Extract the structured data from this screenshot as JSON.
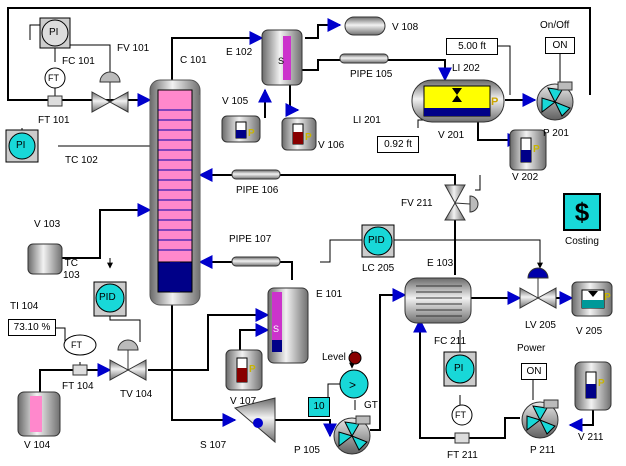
{
  "labels": {
    "pi_top": "PI",
    "fc101": "FC 101",
    "fv101": "FV 101",
    "ft_symbol": "FT",
    "ft101": "FT 101",
    "pi_left": "PI",
    "tc102": "TC 102",
    "c101": "C 101",
    "e102": "E 102",
    "v108": "V 108",
    "v105": "V 105",
    "v106": "V 106",
    "pipe105": "PIPE 105",
    "li202": "LI 202",
    "onoff": "On/Off",
    "li201": "LI 201",
    "v201": "V 201",
    "p201": "P 201",
    "v202": "V 202",
    "pipe106": "PIPE 106",
    "fv211": "FV 211",
    "costing": "Costing",
    "v103": "V 103",
    "pipe107": "PIPE 107",
    "pid_tc": "PID",
    "tc103": "TC\n103",
    "pid_lc": "PID",
    "lc205": "LC 205",
    "e103": "E 103",
    "e101": "E 101",
    "ti104": "TI 104",
    "ft104": "FT 104",
    "tv104": "TV 104",
    "v104": "V 104",
    "v107": "V 107",
    "level": "Level",
    "gt": "GT",
    "s107": "S 107",
    "p105": "P 105",
    "fc211": "FC 211",
    "pi_fc": "PI",
    "power": "Power",
    "lv205": "LV 205",
    "v205": "V 205",
    "ft211": "FT 211",
    "p211": "P 211",
    "v211": "V 211"
  },
  "readouts": {
    "li202_value": "5.00 ft",
    "li201_value": "0.92 ft",
    "ti104_value": "73.10 %",
    "gt_setpoint": "10"
  },
  "buttons": {
    "onoff": "ON",
    "power": "ON",
    "costing_symbol": "$"
  },
  "colors": {
    "column_pink": "#ff88cc",
    "navy": "#000088",
    "cyan": "#18d8d8",
    "yellow": "#ffff00",
    "magenta": "#cc33cc",
    "dark_red": "#880000"
  }
}
